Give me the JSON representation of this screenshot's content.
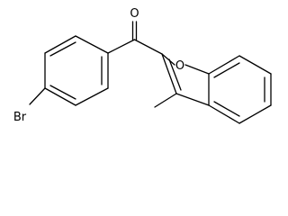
{
  "molecule": {
    "atom_labels": {
      "carbonyl_oxygen": "O",
      "furan_oxygen": "O",
      "bromine": "Br"
    }
  }
}
